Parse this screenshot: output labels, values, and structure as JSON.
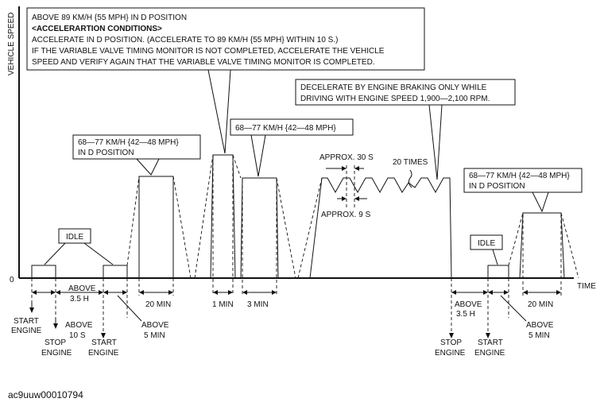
{
  "axes": {
    "y_label": "VEHICLE SPEED",
    "x_label": "TIME",
    "origin": "0"
  },
  "top_box": {
    "line1": "ABOVE 89 KM/H {55 MPH} IN D POSITION",
    "line2": "<ACCELERARTION CONDITIONS>",
    "line3": "ACCELERATE IN D POSITION. (ACCELERATE TO 89 KM/H {55 MPH} WITHIN 10 S.)",
    "line4": "IF THE VARIABLE VALVE TIMING MONITOR IS NOT COMPLETED, ACCELERATE THE VEHICLE",
    "line5": "SPEED AND VERIFY AGAIN THAT THE VARIABLE VALVE TIMING MONITOR IS COMPLETED."
  },
  "decel_box": {
    "line1": "DECELERATE BY ENGINE BRAKING ONLY WHILE",
    "line2": "DRIVING WITH ENGINE SPEED 1,900—2,100 RPM."
  },
  "left_box": {
    "line1": "68—77 KM/H {42—48 MPH}",
    "line2": "IN D POSITION"
  },
  "mid_box": {
    "line1": "68—77 KM/H {42—48 MPH}"
  },
  "right_box": {
    "line1": "68—77 KM/H {42—48 MPH}",
    "line2": "IN D POSITION"
  },
  "idle_left": "IDLE",
  "idle_right": "IDLE",
  "approx_30": "APPROX. 30 S",
  "approx_9": "APPROX. 9 S",
  "times_20": "20 TIMES",
  "below": {
    "above_35h_a": "ABOVE",
    "above_35h_b": "3.5 H",
    "min20_left": "20 MIN",
    "min1": "1 MIN",
    "min3": "3 MIN",
    "above_35h_right_a": "ABOVE",
    "above_35h_right_b": "3.5 H",
    "min20_right": "20 MIN",
    "start_engine_1a": "START",
    "start_engine_1b": "ENGINE",
    "stop_engine_1a": "STOP",
    "stop_engine_1b": "ENGINE",
    "above10s_a": "ABOVE",
    "above10s_b": "10 S",
    "start_engine_2a": "START",
    "start_engine_2b": "ENGINE",
    "above5min_left_a": "ABOVE",
    "above5min_left_b": "5 MIN",
    "stop_engine_2a": "STOP",
    "stop_engine_2b": "ENGINE",
    "start_engine_3a": "START",
    "start_engine_3b": "ENGINE",
    "above5min_right_a": "ABOVE",
    "above5min_right_b": "5 MIN"
  },
  "doc_id": "ac9uuw00010794"
}
